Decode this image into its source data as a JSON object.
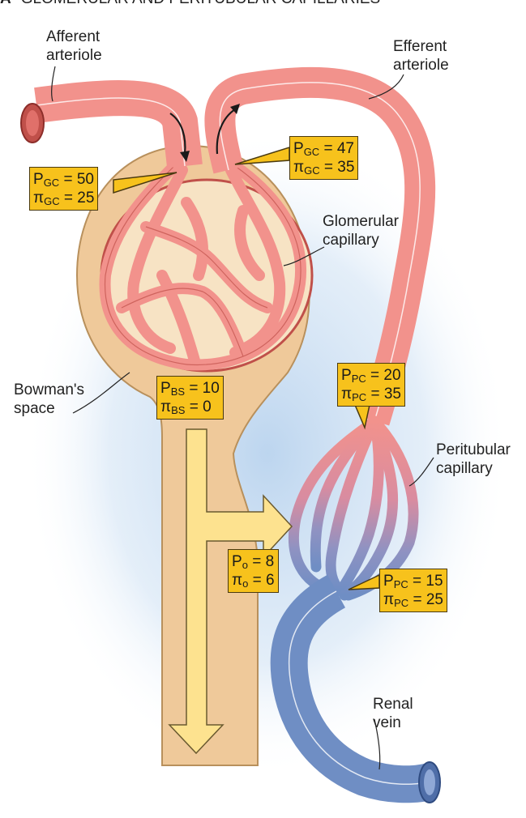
{
  "title": {
    "letter": "A",
    "text": "GLOMERULAR AND PERITUBULAR CAPILLARIES"
  },
  "labels": {
    "afferent": [
      "Afferent",
      "arteriole"
    ],
    "efferent": [
      "Efferent",
      "arteriole"
    ],
    "glomerular": [
      "Glomerular",
      "capillary"
    ],
    "bowmans": [
      "Bowman's",
      "space"
    ],
    "peritubular": [
      "Peritubular",
      "capillary"
    ],
    "renal_vein": [
      "Renal",
      "vein"
    ]
  },
  "boxes": {
    "gc_in": {
      "p_sym": "P",
      "p_sub": "GC",
      "p_val": "= 50",
      "pi_sym": "π",
      "pi_sub": "GC",
      "pi_val": "= 25"
    },
    "gc_out": {
      "p_sym": "P",
      "p_sub": "GC",
      "p_val": "= 47",
      "pi_sym": "π",
      "pi_sub": "GC",
      "pi_val": "= 35"
    },
    "bs": {
      "p_sym": "P",
      "p_sub": "BS",
      "p_val": "= 10",
      "pi_sym": "π",
      "pi_sub": "BS",
      "pi_val": "= 0"
    },
    "pc_in": {
      "p_sym": "P",
      "p_sub": "PC",
      "p_val": "= 20",
      "pi_sym": "π",
      "pi_sub": "PC",
      "pi_val": "= 35"
    },
    "o": {
      "p_sym": "P",
      "p_sub": "o",
      "p_val": "= 8",
      "pi_sym": "π",
      "pi_sub": "o",
      "pi_val": "= 6"
    },
    "pc_out": {
      "p_sym": "P",
      "p_sub": "PC",
      "p_val": "= 15",
      "pi_sym": "π",
      "pi_sub": "PC",
      "pi_val": "= 25"
    }
  },
  "colors": {
    "artery": "#f2928c",
    "artery_dark": "#c0504a",
    "vein": "#6f8ec4",
    "vein_dark": "#3f5d96",
    "tubule": "#efc99a",
    "tubule_dark": "#b8905c",
    "box": "#f7c21c",
    "flow_arrow": "#fde28f",
    "halo": "#b9d3ee"
  }
}
